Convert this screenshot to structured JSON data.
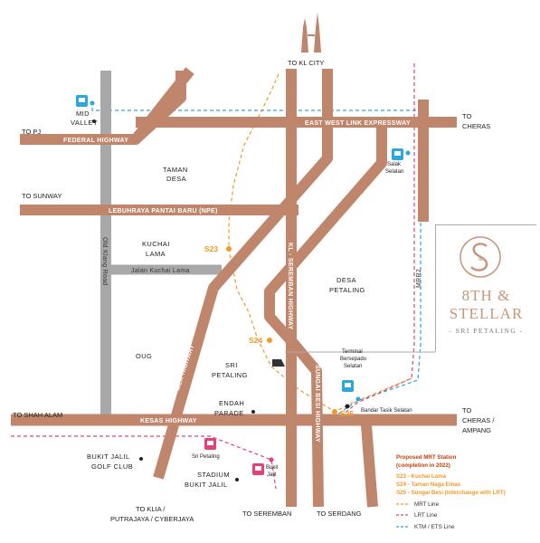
{
  "directions": {
    "kl_city": "TO KL CITY",
    "pj": "TO PJ",
    "cheras_top": "TO",
    "cheras_top2": "CHERAS",
    "sunway": "TO SUNWAY",
    "shah_alam": "TO SHAH ALAM",
    "cheras_ampang1": "TO",
    "cheras_ampang2": "CHERAS /",
    "cheras_ampang3": "AMPANG",
    "klia1": "TO KLIA /",
    "klia2": "PUTRAJAYA / CYBERJAYA",
    "seremban": "TO SEREMBAN",
    "serdang": "TO SERDANG"
  },
  "highways": {
    "federal": "FEDERAL HIGHWAY",
    "east_west": "EAST WEST LINK EXPRESSWAY",
    "npe": "LEBUHRAYA PANTAI BARU (NPE)",
    "kuchai": "Jalan Kuchai Lama",
    "old_klang": "Old Klang Road",
    "kl_seremban": "KL - SEREMBAN HIGHWAY",
    "mex": "MEX HIGHWAY",
    "kesas": "KESAS HIGHWAY",
    "sungai_besi": "SUNGAI BESI HIGHWAY",
    "mrr2": "MRR2"
  },
  "areas": {
    "mid_valley1": "MID",
    "mid_valley2": "VALLEY",
    "taman_desa1": "TAMAN",
    "taman_desa2": "DESA",
    "kuchai_lama1": "KUCHAI",
    "kuchai_lama2": "LAMA",
    "desa_petaling1": "DESA",
    "desa_petaling2": "PETALING",
    "oug": "OUG",
    "sri_petaling1": "SRI",
    "sri_petaling2": "PETALING",
    "endah1": "ENDAH",
    "endah2": "PARADE",
    "bukit_jalil_golf1": "BUKIT JALIL",
    "bukit_jalil_golf2": "GOLF CLUB",
    "stadium1": "STADIUM",
    "stadium2": "BUKIT JALIL"
  },
  "stations": {
    "salak1": "Salak",
    "salak2": "Selatan",
    "tbs1": "Terminal",
    "tbs2": "Bersepadu",
    "tbs3": "Selatan",
    "bandar_tasik": "Bandar Tasik Selatan",
    "sri_petaling": "Sri Petaling",
    "bukit_jalil1": "Bukit",
    "bukit_jalil2": "Jalil"
  },
  "mrt": {
    "s23": "S23",
    "s24": "S24",
    "s25": "S25"
  },
  "legend": {
    "title1": "Proposed MRT Station",
    "title2": "(completion in 2022)",
    "item1": "S23 - Kuchai Lama",
    "item2": "S24 - Taman Naga Emas",
    "item3": "S25 - Sungai Besi (interchange with LRT)",
    "mrt_line": "MRT Line",
    "lrt_line": "LRT Line",
    "ktm_line": "KTM / ETS Line"
  },
  "brand": {
    "line1": "8TH &",
    "line2": "STELLAR",
    "line3": "- SRI PETALING -"
  },
  "colors": {
    "road": "#c0866c",
    "old_road": "#a8a8a8",
    "mrt": "#f39a26",
    "lrt": "#e6407a",
    "ktm": "#27a8e0",
    "brand": "#c8957a"
  }
}
